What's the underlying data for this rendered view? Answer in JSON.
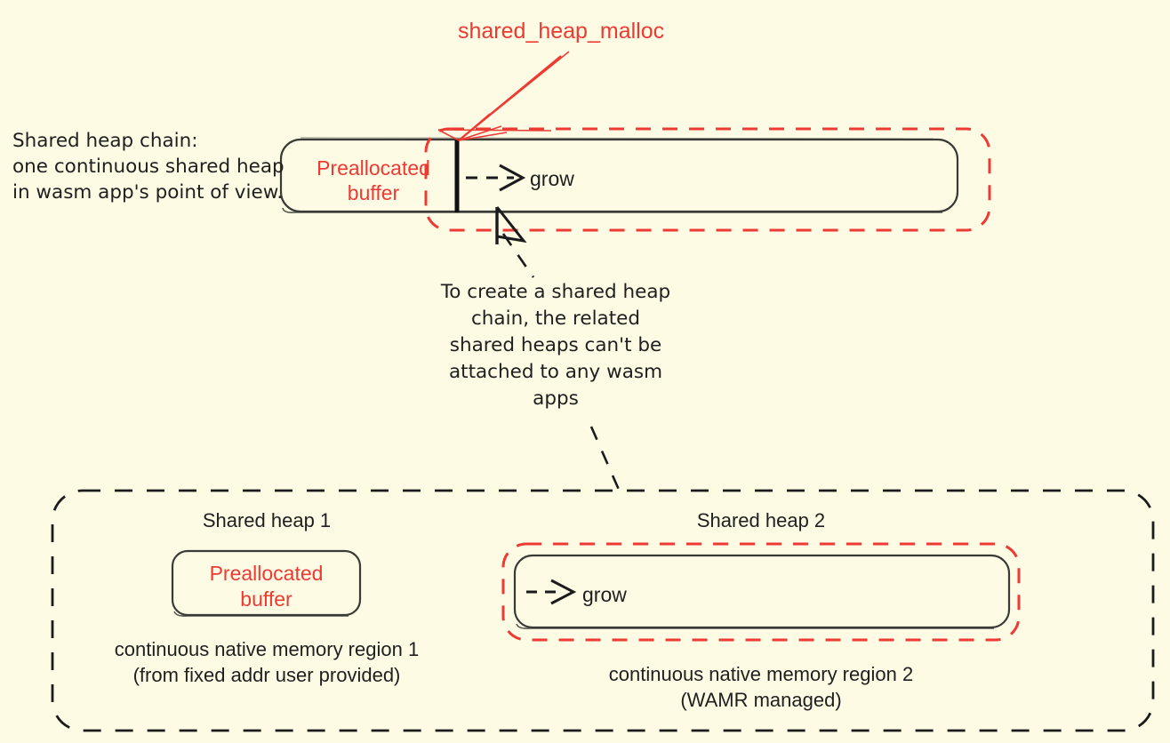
{
  "diagram": {
    "title_callout": "shared_heap_malloc",
    "background_color": "#FDFBE4",
    "accent_red": "#ED3A33",
    "ink_black": "#2b2b2b"
  },
  "top_section": {
    "caption_line1": "Shared heap chain:",
    "caption_line2": "one continuous shared heap",
    "caption_line3": "in wasm app's point of view.",
    "preallocated_label_line1": "Preallocated",
    "preallocated_label_line2": "buffer",
    "grow_label": "grow"
  },
  "annotation": {
    "line1": "To create a shared heap",
    "line2": "chain, the related",
    "line3": "shared heaps can't be",
    "line4": "attached to any wasm",
    "line5": "apps"
  },
  "bottom_section": {
    "heap1": {
      "title": "Shared heap 1",
      "box_label_line1": "Preallocated",
      "box_label_line2": "buffer",
      "caption_line1": "continuous native memory region 1",
      "caption_line2": "(from fixed addr user provided)"
    },
    "heap2": {
      "title": "Shared heap 2",
      "grow_label": "grow",
      "caption_line1": "continuous native memory region 2",
      "caption_line2": "(WAMR managed)"
    }
  }
}
